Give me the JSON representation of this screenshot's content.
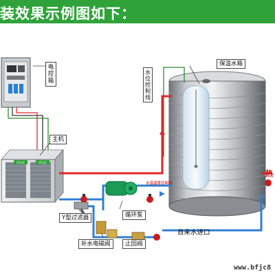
{
  "header": {
    "title": "装效果示例图如下："
  },
  "labels": {
    "control_box": "电控箱",
    "main_unit": "主机",
    "water_tank": "保温水箱",
    "level_control": "水位控制线",
    "y_filter": "Y型过滤器",
    "circulation_pump": "循环泵",
    "makeup_valve": "补水电磁阀",
    "check_valve": "止回阀",
    "tap_inlet": "自来水进口",
    "hot_out": "热",
    "pipe_note": "水温温度控制线"
  },
  "unit_brand": "iA力达",
  "watermark": "www.bfjc8",
  "colors": {
    "banner": "#2fa33a",
    "hot_pipe": "#e0262a",
    "cold_pipe": "#2f7fd6",
    "control_wire": "#2a8a2a",
    "pump": "#1a9a55"
  }
}
